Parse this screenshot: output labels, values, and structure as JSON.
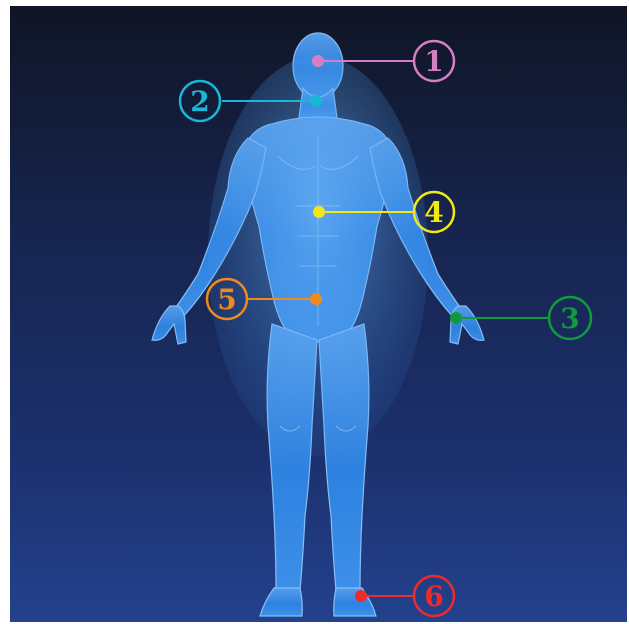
{
  "diagram": {
    "background": {
      "top": "#101525",
      "bottom": "#23418e"
    },
    "body_color": "#2f86e6",
    "markers": [
      {
        "number": "1",
        "color": "#d47fc4"
      },
      {
        "number": "2",
        "color": "#19b6d8"
      },
      {
        "number": "3",
        "color": "#119a3d"
      },
      {
        "number": "4",
        "color": "#f3e716"
      },
      {
        "number": "5",
        "color": "#f08a1c"
      },
      {
        "number": "6",
        "color": "#ee2b2b"
      }
    ]
  }
}
